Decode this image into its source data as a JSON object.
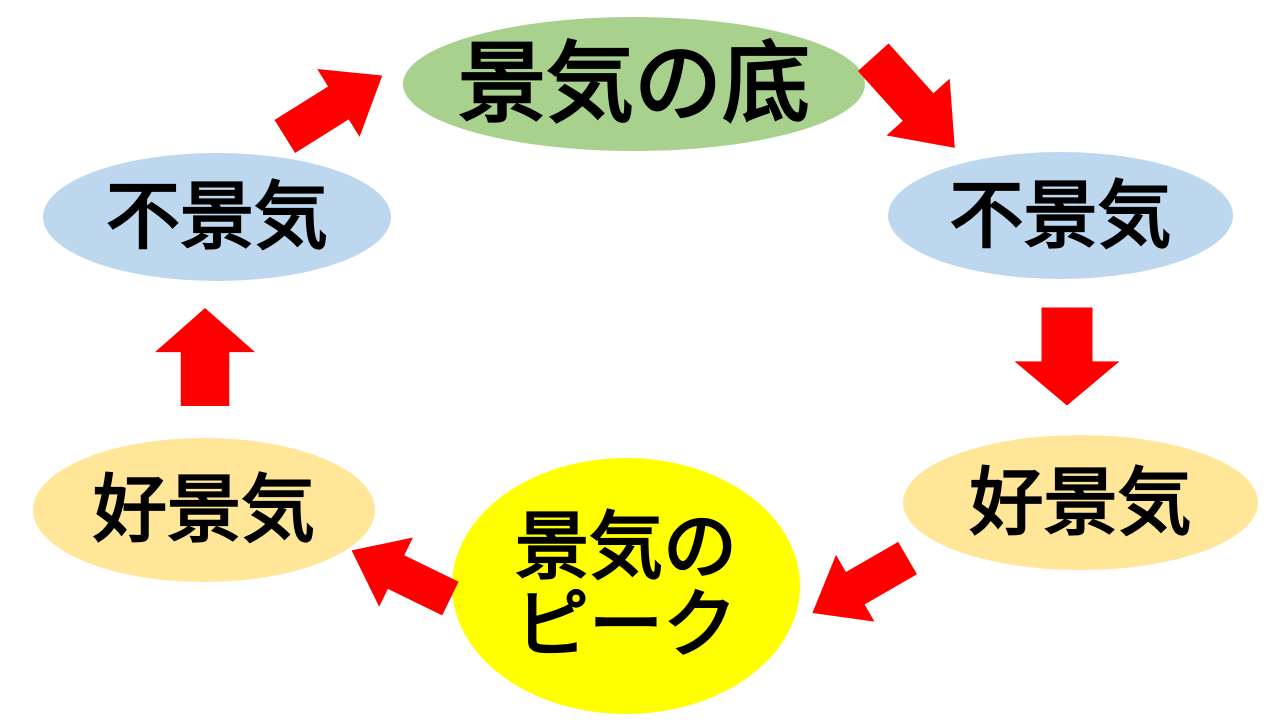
{
  "diagram_type": "cycle",
  "colors": {
    "background": "#FFFFFF",
    "trough_fill": "#A9D18E",
    "recession_fill": "#BDD7EE",
    "boom_fill": "#FFE699",
    "peak_fill": "#FFFF00",
    "arrow_fill": "#FF0000",
    "label_text": "#000000"
  },
  "nodes": {
    "trough": {
      "label": "景気の底"
    },
    "recession_left": {
      "label": "不景気"
    },
    "recession_right": {
      "label": "不景気"
    },
    "boom_left": {
      "label": "好景気"
    },
    "boom_right": {
      "label": "好景気"
    },
    "peak": {
      "label": "景気の\nピーク"
    }
  },
  "arrows": [
    {
      "name": "recession-left-to-trough",
      "direction": "up-right"
    },
    {
      "name": "trough-to-recession-right",
      "direction": "down-right"
    },
    {
      "name": "recession-right-to-boom-right",
      "direction": "down"
    },
    {
      "name": "boom-right-to-peak",
      "direction": "down-left"
    },
    {
      "name": "peak-to-boom-left",
      "direction": "up-left"
    },
    {
      "name": "boom-left-to-recession-left",
      "direction": "up"
    }
  ]
}
